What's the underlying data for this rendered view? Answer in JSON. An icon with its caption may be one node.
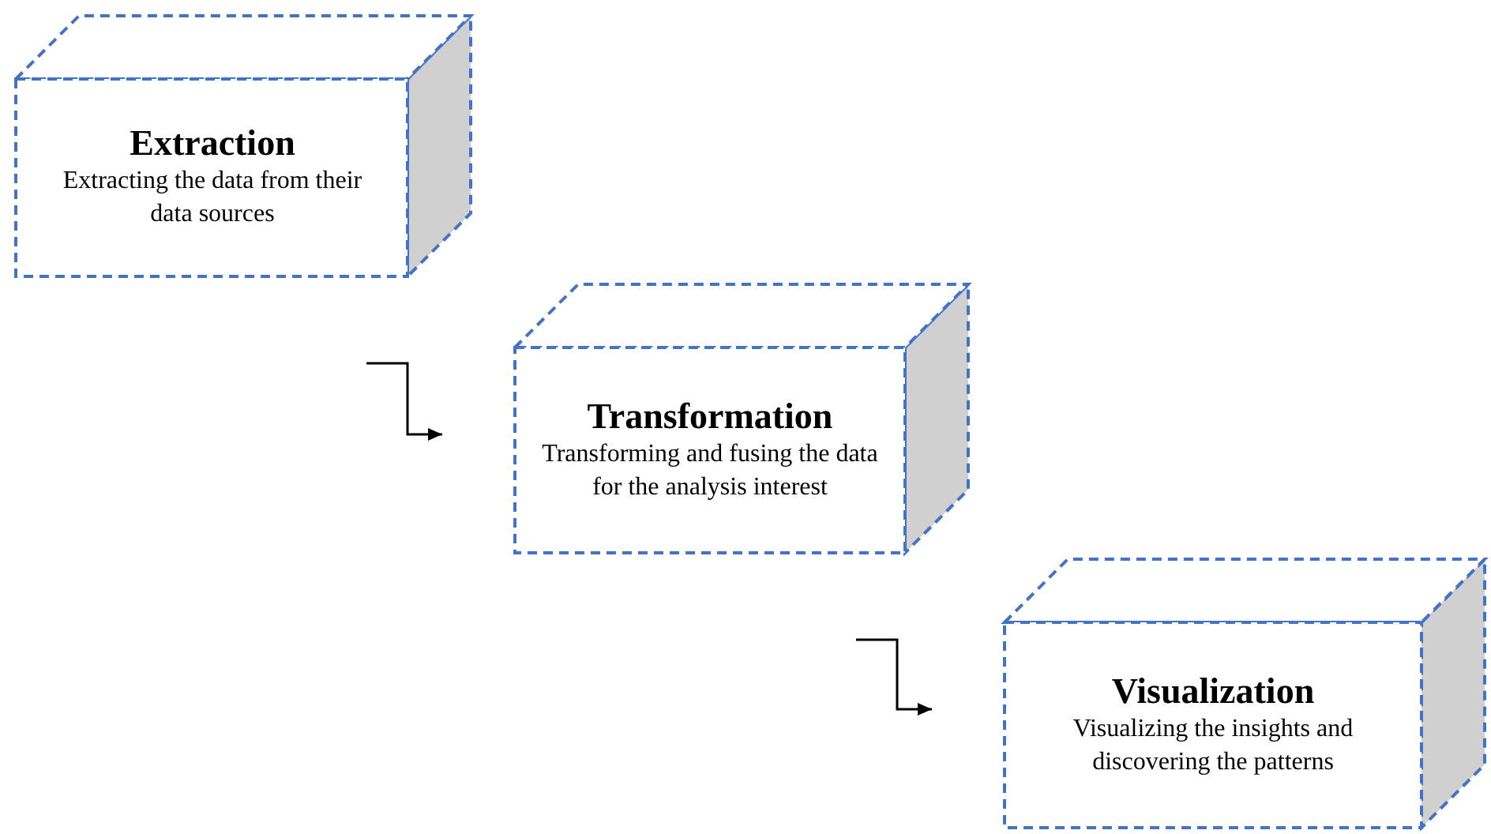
{
  "diagram": {
    "nodes": [
      {
        "text": [
          "Extraction",
          "Extracting the data from their data sources"
        ]
      },
      {
        "text": [
          "Transformation",
          "Transforming and fusing the data for the analysis interest"
        ]
      },
      {
        "text": [
          "Visualization",
          "Visualizing the insights and discovering the patterns"
        ]
      }
    ],
    "edges": [
      {
        "from": 0,
        "to": 1,
        "arrow": "to"
      },
      {
        "from": 1,
        "to": 2,
        "arrow": "to"
      }
    ]
  }
}
